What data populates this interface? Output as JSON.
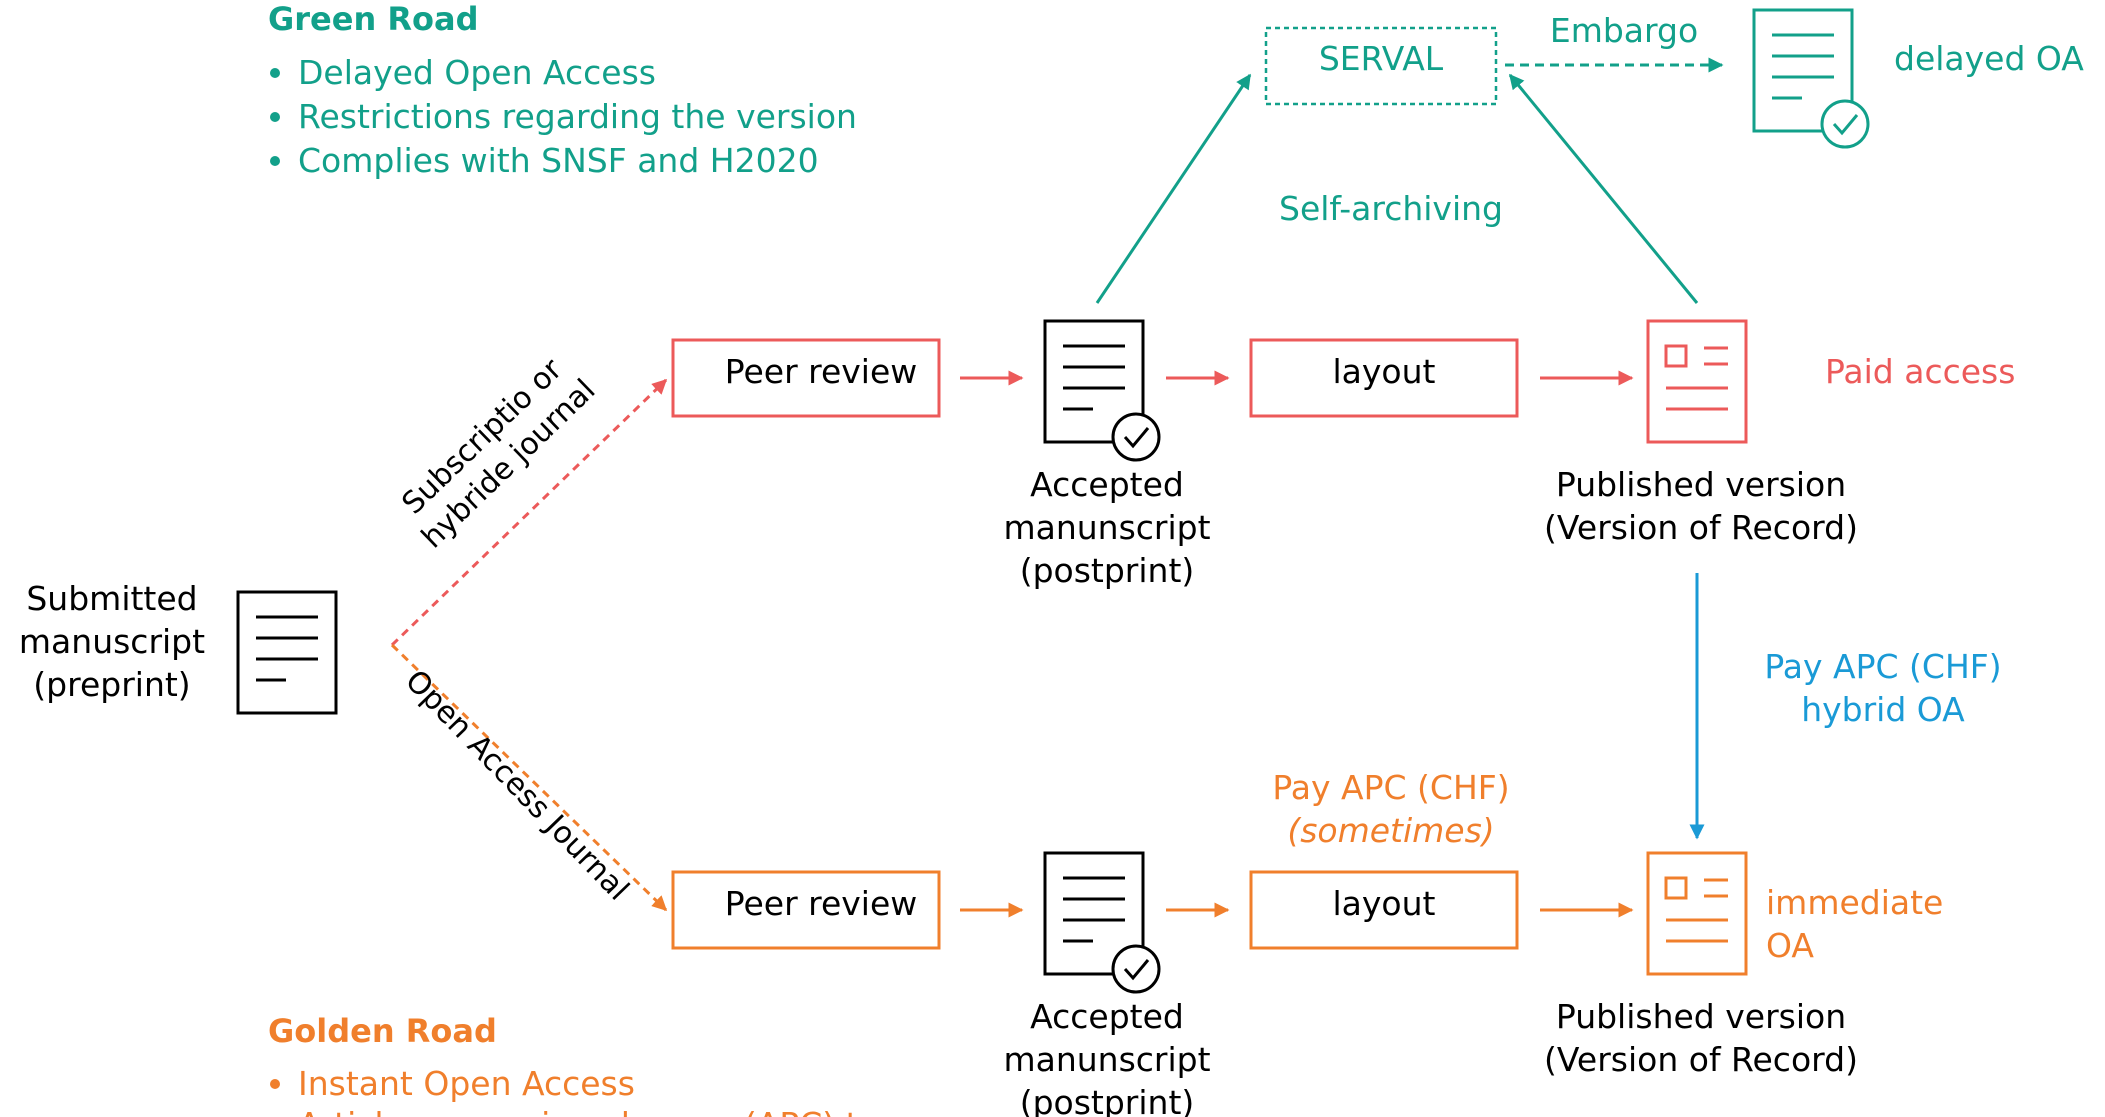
{
  "colors": {
    "green": "#12a08a",
    "red": "#ec5a5a",
    "orange": "#f07f2c",
    "blue": "#1a9ad6",
    "black": "#000000"
  },
  "green_road": {
    "title": "Green Road",
    "bullets": [
      "Delayed Open Access",
      "Restrictions regarding the version",
      "Complies with SNSF and H2020"
    ]
  },
  "golden_road": {
    "title": "Golden Road",
    "bullets": [
      "Instant Open Access",
      "Article processing charges (APC) to pay"
    ]
  },
  "submitted": {
    "lines": [
      "Submitted",
      "manuscript",
      "(preprint)"
    ]
  },
  "paths": {
    "subscription": [
      "Subscriptio or",
      "hybride journal"
    ],
    "open_access": "Open Access Journal"
  },
  "top_row": {
    "peer_review": "Peer review",
    "layout": "layout",
    "accepted": [
      "Accepted",
      "manunscript",
      "(postprint)"
    ],
    "published": [
      "Published version",
      "(Version of Record)"
    ],
    "paid_access": "Paid access"
  },
  "green_track": {
    "serval": "SERVAL",
    "embargo": "Embargo",
    "delayed_oa": "delayed OA",
    "self_archiving": "Self-archiving"
  },
  "hybrid": {
    "lines": [
      "Pay APC (CHF)",
      "hybrid OA"
    ]
  },
  "bottom_row": {
    "peer_review": "Peer review",
    "layout": "layout",
    "apc": "Pay APC (CHF)",
    "apc_note": "(sometimes)",
    "accepted": [
      "Accepted",
      "manunscript",
      "(postprint)"
    ],
    "published": [
      "Published version",
      "(Version of Record)"
    ],
    "immediate_oa": [
      "immediate",
      "OA"
    ]
  }
}
